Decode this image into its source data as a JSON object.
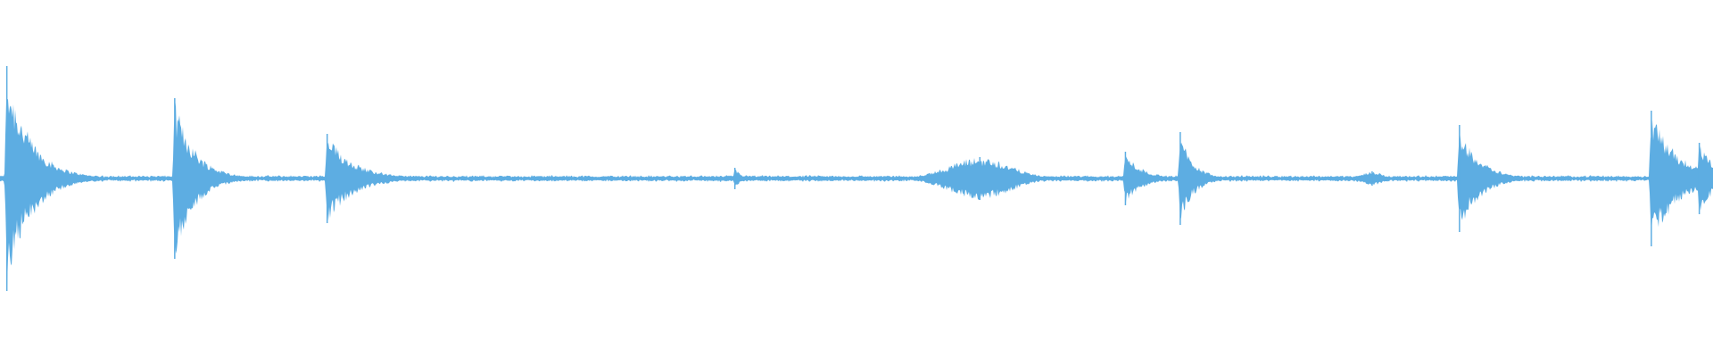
{
  "waveform": {
    "color": "#5dade2",
    "background": "#ffffff",
    "baseline_level": 0.02,
    "events": [
      {
        "time": 0.004,
        "amplitude": 0.63,
        "decay": 0.014,
        "kind": "impulse"
      },
      {
        "time": 0.102,
        "amplitude": 0.45,
        "decay": 0.012,
        "kind": "impulse"
      },
      {
        "time": 0.191,
        "amplitude": 0.25,
        "decay": 0.016,
        "kind": "impulse"
      },
      {
        "time": 0.429,
        "amplitude": 0.06,
        "decay": 0.004,
        "kind": "impulse"
      },
      {
        "time": 0.572,
        "amplitude": 0.12,
        "decay": 0.018,
        "kind": "burst"
      },
      {
        "time": 0.657,
        "amplitude": 0.15,
        "decay": 0.01,
        "kind": "impulse"
      },
      {
        "time": 0.689,
        "amplitude": 0.26,
        "decay": 0.008,
        "kind": "impulse"
      },
      {
        "time": 0.801,
        "amplitude": 0.04,
        "decay": 0.006,
        "kind": "burst"
      },
      {
        "time": 0.852,
        "amplitude": 0.3,
        "decay": 0.012,
        "kind": "impulse"
      },
      {
        "time": 0.964,
        "amplitude": 0.38,
        "decay": 0.016,
        "kind": "impulse"
      },
      {
        "time": 0.992,
        "amplitude": 0.2,
        "decay": 0.01,
        "kind": "impulse"
      }
    ]
  }
}
